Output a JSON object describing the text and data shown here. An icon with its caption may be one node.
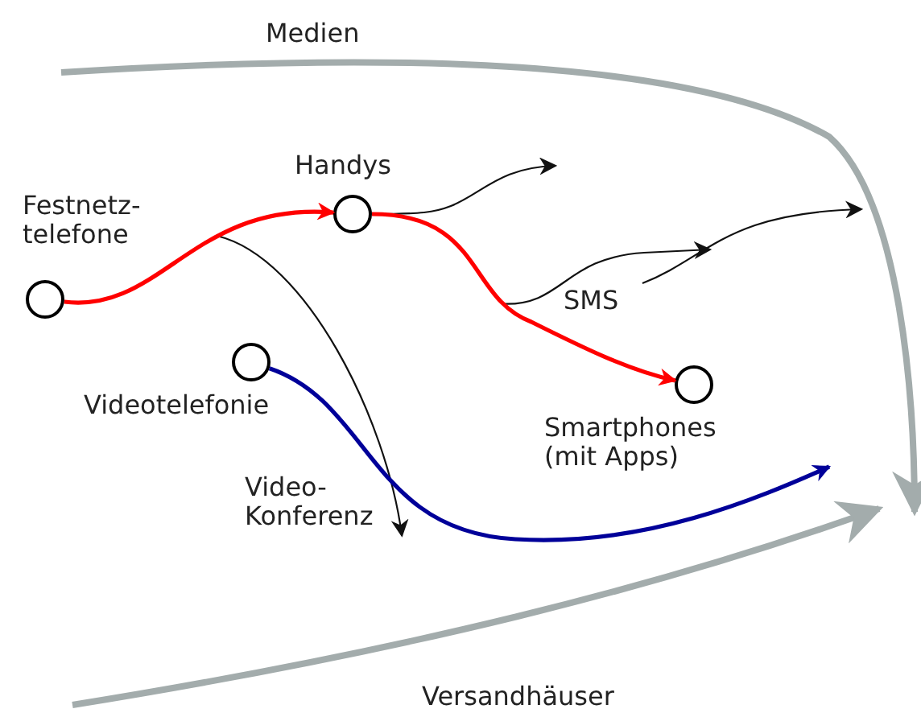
{
  "diagram": {
    "nodes": [
      {
        "text": [
          "Festnetz- telefone"
        ]
      },
      {
        "text": [
          "Handys"
        ]
      },
      {
        "text": [
          "Videotelefonie"
        ]
      },
      {
        "text": [
          "Smartphones (mit Apps)"
        ]
      },
      {
        "text": [
          "Video- Konferenz"
        ]
      },
      {
        "text": [
          "SMS"
        ]
      }
    ],
    "edges": [
      {
        "from": 0,
        "to": 1,
        "arrow": "to",
        "style": "thick",
        "color": "#ff0000"
      },
      {
        "from": 1,
        "to": 3,
        "arrow": "to",
        "style": "thick",
        "color": "#ff0000"
      },
      {
        "from": 1,
        "to": null,
        "arrow": "to"
      },
      {
        "from": 0,
        "to": 4,
        "arrow": "to"
      },
      {
        "from": 2,
        "to": null,
        "arrow": "to",
        "style": "thick",
        "color": "#000099"
      },
      {
        "from": 1,
        "to": null,
        "arrow": "to"
      },
      {
        "from": 5,
        "to": null,
        "arrow": "to"
      }
    ],
    "labels": [
      "Medien",
      "Versandhäuser"
    ]
  }
}
